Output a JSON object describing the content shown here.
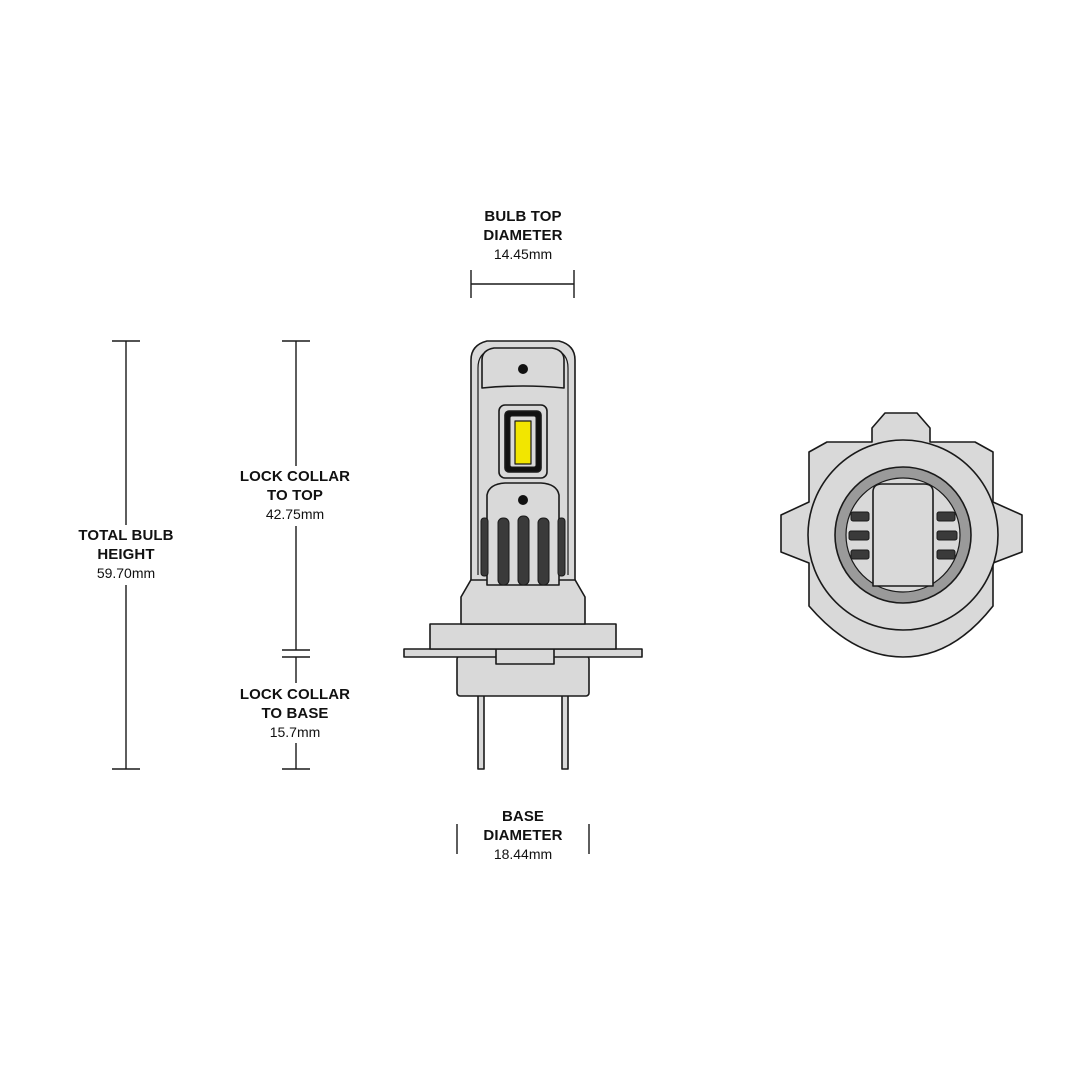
{
  "dimensions": {
    "bulb_top_diameter": {
      "title_line1": "BULB TOP",
      "title_line2": "DIAMETER",
      "value": "14.45mm"
    },
    "total_bulb_height": {
      "title_line1": "TOTAL BULB",
      "title_line2": "HEIGHT",
      "value": "59.70mm"
    },
    "lock_collar_to_top": {
      "title_line1": "LOCK COLLAR",
      "title_line2": "TO TOP",
      "value": "42.75mm"
    },
    "lock_collar_to_base": {
      "title_line1": "LOCK COLLAR",
      "title_line2": "TO BASE",
      "value": "15.7mm"
    },
    "base_diameter": {
      "title_line1": "BASE",
      "title_line2": "DIAMETER",
      "value": "18.44mm"
    }
  },
  "colors": {
    "outline": "#1a1a1a",
    "body_fill": "#d9d9d9",
    "fin_fill": "#3a3a3a",
    "led_chip": "#f2e600",
    "inner_ring": "#9a9a9a"
  }
}
